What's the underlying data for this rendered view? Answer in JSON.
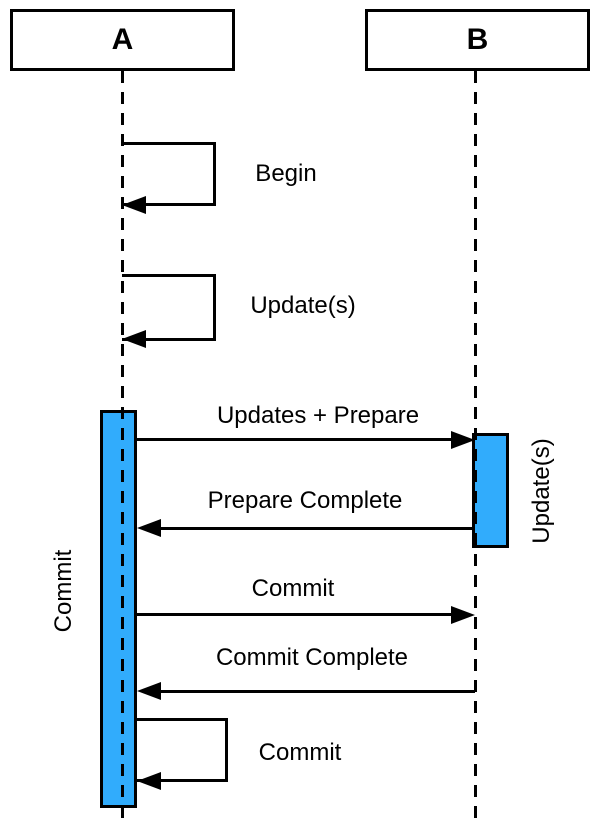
{
  "diagram": {
    "type": "sequence",
    "participants": [
      {
        "name": "A"
      },
      {
        "name": "B"
      }
    ],
    "activations": [
      {
        "participant": "A",
        "label": "Commit"
      },
      {
        "participant": "B",
        "label": "Update(s)"
      }
    ],
    "events": [
      {
        "kind": "self-message",
        "on": "A",
        "label": "Begin"
      },
      {
        "kind": "self-message",
        "on": "A",
        "label": "Update(s)"
      },
      {
        "kind": "message",
        "from": "A",
        "to": "B",
        "label": "Updates + Prepare"
      },
      {
        "kind": "message",
        "from": "B",
        "to": "A",
        "label": "Prepare Complete"
      },
      {
        "kind": "message",
        "from": "A",
        "to": "B",
        "label": "Commit"
      },
      {
        "kind": "message",
        "from": "B",
        "to": "A",
        "label": "Commit Complete"
      },
      {
        "kind": "self-message",
        "on": "A",
        "label": "Commit"
      }
    ],
    "colors": {
      "activation_fill": "#31ACFC",
      "line": "#000000",
      "background": "#FFFFFF"
    }
  }
}
